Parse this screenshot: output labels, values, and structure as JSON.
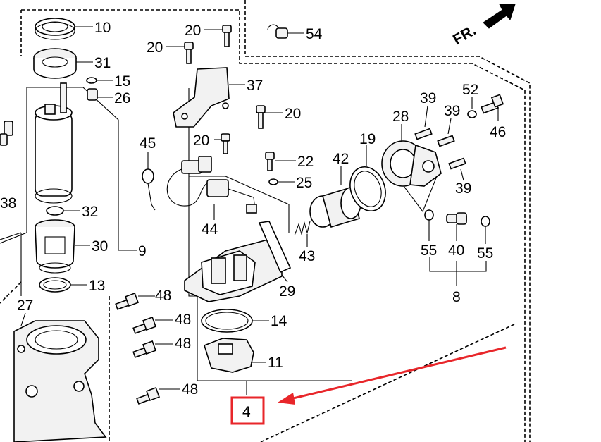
{
  "direction": {
    "label": "FR."
  },
  "callouts": [
    {
      "id": "c10",
      "text": "10"
    },
    {
      "id": "c31",
      "text": "31"
    },
    {
      "id": "c15",
      "text": "15"
    },
    {
      "id": "c26",
      "text": "26"
    },
    {
      "id": "c38",
      "text": "38"
    },
    {
      "id": "c32",
      "text": "32"
    },
    {
      "id": "c30",
      "text": "30"
    },
    {
      "id": "c9",
      "text": "9"
    },
    {
      "id": "c13",
      "text": "13"
    },
    {
      "id": "c27",
      "text": "27"
    },
    {
      "id": "c20a",
      "text": "20"
    },
    {
      "id": "c20b",
      "text": "20"
    },
    {
      "id": "c37",
      "text": "37"
    },
    {
      "id": "c20c",
      "text": "20"
    },
    {
      "id": "c20d",
      "text": "20"
    },
    {
      "id": "c45",
      "text": "45"
    },
    {
      "id": "c22",
      "text": "22"
    },
    {
      "id": "c25",
      "text": "25"
    },
    {
      "id": "c44",
      "text": "44"
    },
    {
      "id": "c42",
      "text": "42"
    },
    {
      "id": "c19",
      "text": "19"
    },
    {
      "id": "c43",
      "text": "43"
    },
    {
      "id": "c29",
      "text": "29"
    },
    {
      "id": "c54",
      "text": "54"
    },
    {
      "id": "c39a",
      "text": "39"
    },
    {
      "id": "c39b",
      "text": "39"
    },
    {
      "id": "c39c",
      "text": "39"
    },
    {
      "id": "c52",
      "text": "52"
    },
    {
      "id": "c46",
      "text": "46"
    },
    {
      "id": "c28",
      "text": "28"
    },
    {
      "id": "c55a",
      "text": "55"
    },
    {
      "id": "c40",
      "text": "40"
    },
    {
      "id": "c55b",
      "text": "55"
    },
    {
      "id": "c8",
      "text": "8"
    },
    {
      "id": "c48a",
      "text": "48"
    },
    {
      "id": "c48b",
      "text": "48"
    },
    {
      "id": "c48c",
      "text": "48"
    },
    {
      "id": "c48d",
      "text": "48"
    },
    {
      "id": "c14",
      "text": "14"
    },
    {
      "id": "c11",
      "text": "11"
    },
    {
      "id": "c4",
      "text": "4"
    }
  ],
  "highlight": {
    "part_number": "4",
    "box_color": "#e8262a",
    "arrow_color": "#e8262a"
  },
  "colors": {
    "line": "#000000",
    "background": "#ffffff",
    "part_fill": "#f2f2f2"
  }
}
